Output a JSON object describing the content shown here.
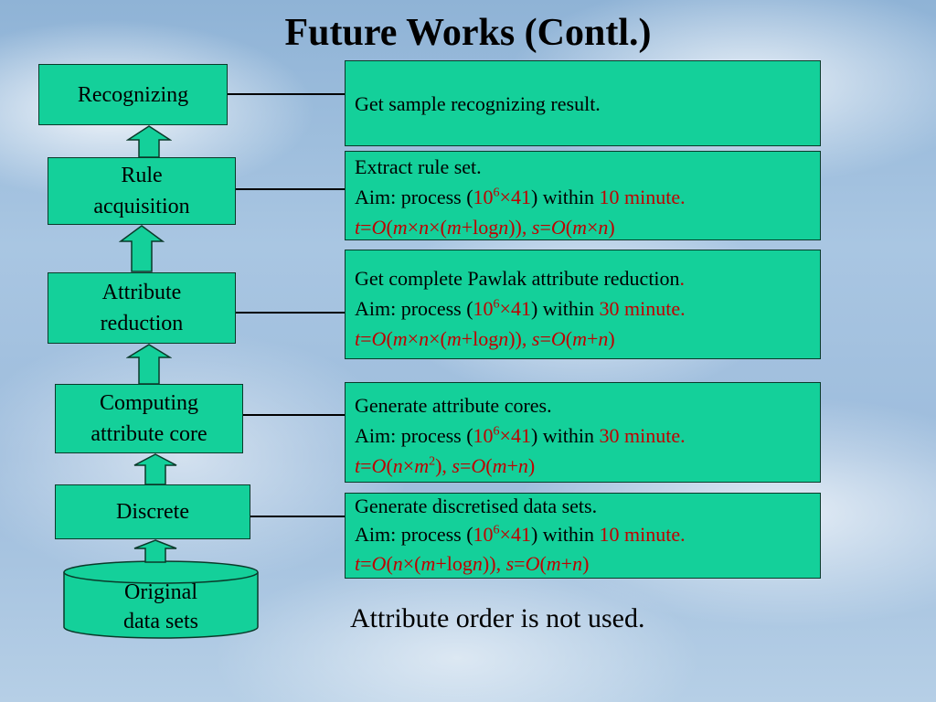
{
  "title": "Future Works (Contl.)",
  "left_boxes": {
    "recognizing": "Recognizing",
    "rule_1": "Rule",
    "rule_2": "acquisition",
    "attr_red_1": "Attribute",
    "attr_red_2": "reduction",
    "core_1": "Computing",
    "core_2": "attribute core",
    "discrete": "Discrete",
    "original_1": "Original",
    "original_2": "data sets"
  },
  "right_boxes": {
    "recognizing": {
      "line1": "Get sample recognizing result."
    },
    "rule": {
      "line1": "Extract rule set.",
      "aim_prefix": "Aim: process (",
      "aim_base": "10",
      "aim_exp": "6",
      "aim_mult": "×41",
      "aim_mid": ") within ",
      "aim_time": "10 minute."
    },
    "attr_red": {
      "line1_main": "Get complete Pawlak attribute reduction",
      "line1_dot": ".",
      "aim_prefix": "Aim: process (",
      "aim_base": "10",
      "aim_exp": "6",
      "aim_mult": "×41",
      "aim_mid": ") within ",
      "aim_time": "30 minute."
    },
    "core": {
      "line1": "Generate attribute cores.",
      "aim_prefix": "Aim: process (",
      "aim_base": "10",
      "aim_exp": "6",
      "aim_mult": "×41",
      "aim_mid": ") within ",
      "aim_time": "30 minute."
    },
    "discrete": {
      "line1": "Generate discretised data sets.",
      "aim_prefix": "Aim: process (",
      "aim_base": "10",
      "aim_exp": "6",
      "aim_mult": "×41",
      "aim_mid": ") within ",
      "aim_time": "10 minute."
    }
  },
  "note": "Attribute order is not used.",
  "colors": {
    "box_fill": "#14d09a",
    "red_text": "#c00000"
  }
}
